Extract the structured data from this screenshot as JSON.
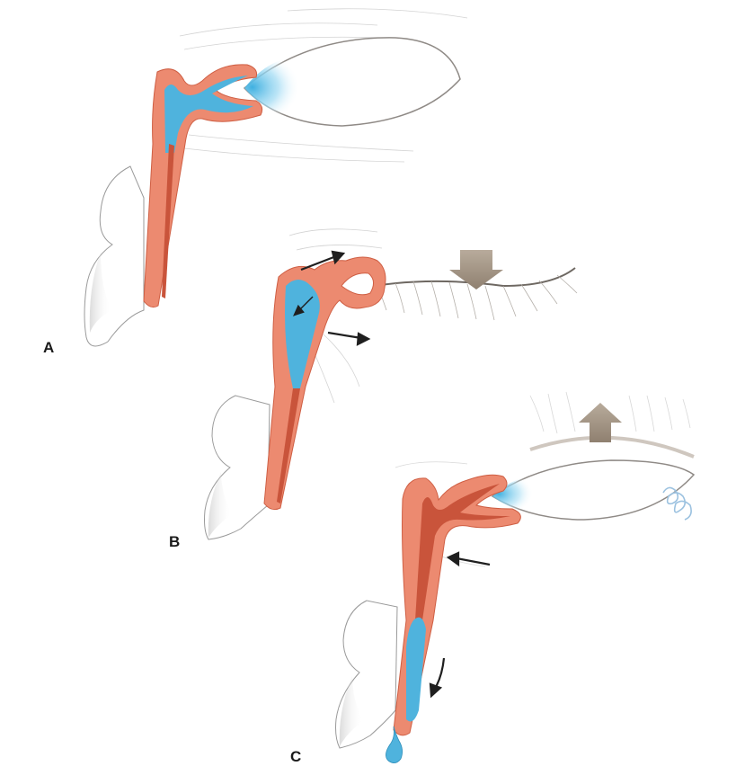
{
  "figure": {
    "panels": [
      {
        "id": "A",
        "label": "A"
      },
      {
        "id": "B",
        "label": "B"
      },
      {
        "id": "C",
        "label": "C"
      }
    ],
    "colors": {
      "duct_wall": "#ec8a70",
      "duct_wall_dark": "#d9694d",
      "tear_fluid": "#4fb3dd",
      "tear_fluid_light": "#bfe6f6",
      "bone": "#ffffff",
      "bone_outline": "#9a9a9a",
      "skin_line": "#c9c9c9",
      "eyelid_line": "#8f8a86",
      "arrow_black": "#1f1f1f",
      "block_arrow": "#a8998a",
      "caruncle": "#9cc2e0"
    },
    "icons": {
      "press_arrow": "down-block-arrow-icon",
      "lift_arrow": "up-block-arrow-icon"
    }
  }
}
